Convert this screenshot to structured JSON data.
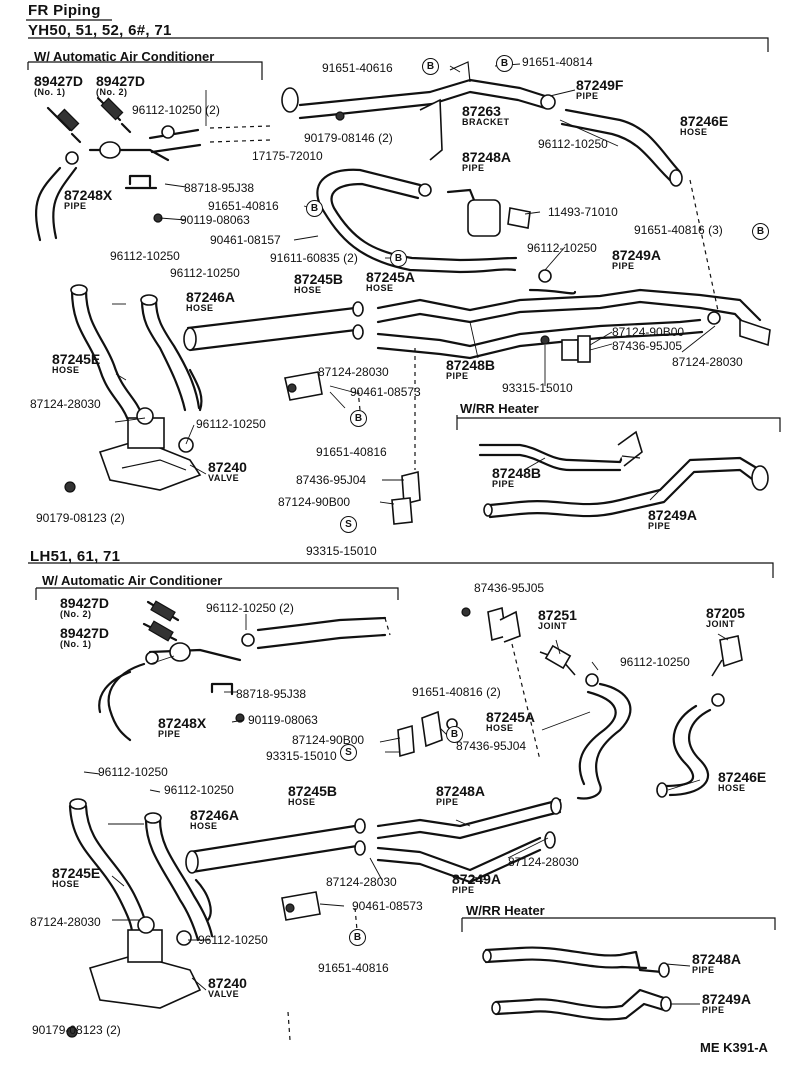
{
  "header": {
    "title": "FR  Piping"
  },
  "sections": [
    {
      "models": "YH50, 51, 52, 6#, 71",
      "ac_box_title": "W/ Automatic Air Conditioner",
      "rr_box_title": "W/RR Heater",
      "labels": [
        {
          "code": "89427D",
          "sub": "(No. 1)"
        },
        {
          "code": "89427D",
          "sub": "(No. 2)"
        },
        {
          "code": "96112-10250 (2)",
          "sub": ""
        },
        {
          "code": "87248X",
          "sub": "PIPE"
        },
        {
          "code": "88718-95J38",
          "sub": ""
        },
        {
          "code": "90119-08063",
          "sub": ""
        },
        {
          "code": "91651-40816",
          "sub": ""
        },
        {
          "code": "90461-08157",
          "sub": ""
        },
        {
          "code": "96112-10250",
          "sub": ""
        },
        {
          "code": "96112-10250",
          "sub": ""
        },
        {
          "code": "87245B",
          "sub": "HOSE"
        },
        {
          "code": "87246A",
          "sub": "HOSE"
        },
        {
          "code": "87245E",
          "sub": "HOSE"
        },
        {
          "code": "87124-28030",
          "sub": ""
        },
        {
          "code": "96112-10250",
          "sub": ""
        },
        {
          "code": "87240",
          "sub": "VALVE"
        },
        {
          "code": "90179-08123 (2)",
          "sub": ""
        },
        {
          "code": "91651-40616",
          "sub": ""
        },
        {
          "code": "91651-40814",
          "sub": ""
        },
        {
          "code": "87249F",
          "sub": "PIPE"
        },
        {
          "code": "87263",
          "sub": "BRACKET"
        },
        {
          "code": "90179-08146 (2)",
          "sub": ""
        },
        {
          "code": "17175-72010",
          "sub": ""
        },
        {
          "code": "96112-10250",
          "sub": ""
        },
        {
          "code": "87246E",
          "sub": "HOSE"
        },
        {
          "code": "87248A",
          "sub": "PIPE"
        },
        {
          "code": "11493-71010",
          "sub": ""
        },
        {
          "code": "91611-60835 (2)",
          "sub": ""
        },
        {
          "code": "87245A",
          "sub": "HOSE"
        },
        {
          "code": "96112-10250",
          "sub": ""
        },
        {
          "code": "87249A",
          "sub": "PIPE"
        },
        {
          "code": "91651-40816 (3)",
          "sub": ""
        },
        {
          "code": "87124-90B00",
          "sub": ""
        },
        {
          "code": "87436-95J05",
          "sub": ""
        },
        {
          "code": "87124-28030",
          "sub": ""
        },
        {
          "code": "87124-28030",
          "sub": ""
        },
        {
          "code": "87248B",
          "sub": "PIPE"
        },
        {
          "code": "93315-15010",
          "sub": ""
        },
        {
          "code": "90461-08573",
          "sub": ""
        },
        {
          "code": "91651-40816",
          "sub": ""
        },
        {
          "code": "87436-95J04",
          "sub": ""
        },
        {
          "code": "87124-90B00",
          "sub": ""
        },
        {
          "code": "93315-15010",
          "sub": ""
        },
        {
          "code": "87248B",
          "sub": "PIPE"
        },
        {
          "code": "87249A",
          "sub": "PIPE"
        }
      ]
    },
    {
      "models": "LH51, 61, 71",
      "ac_box_title": "W/ Automatic Air Conditioner",
      "rr_box_title": "W/RR Heater",
      "labels": [
        {
          "code": "89427D",
          "sub": "(No. 2)"
        },
        {
          "code": "89427D",
          "sub": "(No. 1)"
        },
        {
          "code": "96112-10250 (2)",
          "sub": ""
        },
        {
          "code": "88718-95J38",
          "sub": ""
        },
        {
          "code": "87248X",
          "sub": "PIPE"
        },
        {
          "code": "90119-08063",
          "sub": ""
        },
        {
          "code": "96112-10250",
          "sub": ""
        },
        {
          "code": "96112-10250",
          "sub": ""
        },
        {
          "code": "87245B",
          "sub": "HOSE"
        },
        {
          "code": "87246A",
          "sub": "HOSE"
        },
        {
          "code": "87245E",
          "sub": "HOSE"
        },
        {
          "code": "87124-28030",
          "sub": ""
        },
        {
          "code": "96112-10250",
          "sub": ""
        },
        {
          "code": "87240",
          "sub": "VALVE"
        },
        {
          "code": "90179-08123 (2)",
          "sub": ""
        },
        {
          "code": "87436-95J05",
          "sub": ""
        },
        {
          "code": "87251",
          "sub": "JOINT"
        },
        {
          "code": "87205",
          "sub": "JOINT"
        },
        {
          "code": "96112-10250",
          "sub": ""
        },
        {
          "code": "91651-40816 (2)",
          "sub": ""
        },
        {
          "code": "87245A",
          "sub": "HOSE"
        },
        {
          "code": "87124-90B00",
          "sub": ""
        },
        {
          "code": "93315-15010",
          "sub": ""
        },
        {
          "code": "87436-95J04",
          "sub": ""
        },
        {
          "code": "87248A",
          "sub": "PIPE"
        },
        {
          "code": "87246E",
          "sub": "HOSE"
        },
        {
          "code": "87124-28030",
          "sub": ""
        },
        {
          "code": "87124-28030",
          "sub": ""
        },
        {
          "code": "87249A",
          "sub": "PIPE"
        },
        {
          "code": "90461-08573",
          "sub": ""
        },
        {
          "code": "91651-40816",
          "sub": ""
        },
        {
          "code": "87248A",
          "sub": "PIPE"
        },
        {
          "code": "87249A",
          "sub": "PIPE"
        }
      ]
    }
  ],
  "ref_marks": {
    "b": "B",
    "s": "S"
  },
  "footer": {
    "code": "ME  K391-A"
  }
}
